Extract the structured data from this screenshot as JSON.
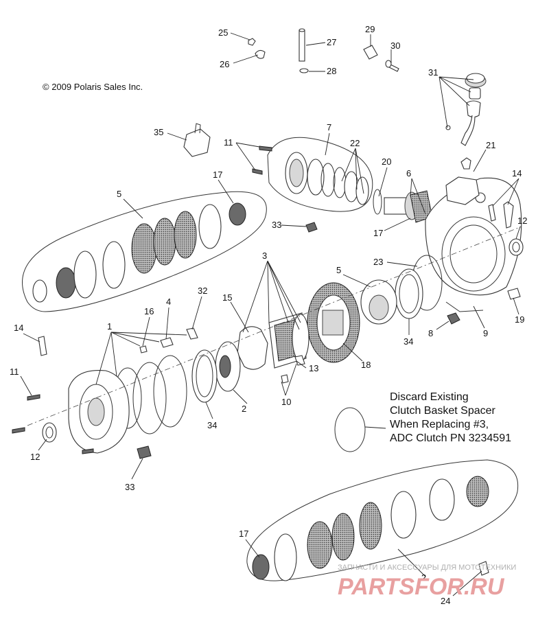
{
  "copyright": "© 2009 Polaris Sales Inc.",
  "note_lines": [
    "Discard Existing",
    "Clutch Basket Spacer",
    "When Replacing #3,",
    "ADC Clutch PN 3234591"
  ],
  "watermark": {
    "small": "ЗАПЧАСТИ И АКСЕССУАРЫ ДЛЯ МОТОТЕХНИКИ",
    "big": "PARTSFOR.RU"
  },
  "callouts": {
    "c25": "25",
    "c26": "26",
    "c27": "27",
    "c28": "28",
    "c29": "29",
    "c30": "30",
    "c31": "31",
    "c35": "35",
    "c11a": "11",
    "c7": "7",
    "c22": "22",
    "c20": "20",
    "c6": "6",
    "c21": "21",
    "c14a": "14",
    "c5a": "5",
    "c17a": "17",
    "c33a": "33",
    "c17b": "17",
    "c12a": "12",
    "c23": "23",
    "c3": "3",
    "c5b": "5",
    "c15": "15",
    "c1": "1",
    "c16": "16",
    "c4": "4",
    "c32": "32",
    "c14b": "14",
    "c11b": "11",
    "c13": "13",
    "c18": "18",
    "c34a": "34",
    "c8": "8",
    "c9": "9",
    "c19": "19",
    "c10": "10",
    "c2a": "2",
    "c34b": "34",
    "c12b": "12",
    "c33b": "33",
    "c17c": "17",
    "c2b": "2",
    "c24": "24"
  }
}
